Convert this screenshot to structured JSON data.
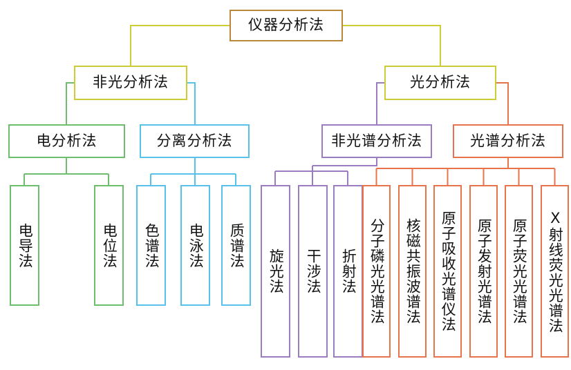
{
  "diagram": {
    "title": "仪器分析法",
    "type": "tree",
    "orientation": "top-down",
    "background": "#ffffff",
    "text_color": "#111111",
    "palette": {
      "root_brown": "#b8873a",
      "olive_yellow": "#cdcc33",
      "green": "#6cbe6c",
      "cyan": "#57c1ea",
      "purple": "#9b7cc0",
      "orange": "#e8724a"
    }
  },
  "nodes": {
    "root": {
      "label": "仪器分析法",
      "color": "#b8873a",
      "level": 1
    },
    "level2": [
      {
        "id": "fei-guang",
        "label": "非光分析法",
        "color": "#cdcc33"
      },
      {
        "id": "guang",
        "label": "光分析法",
        "color": "#cdcc33"
      }
    ],
    "level3": [
      {
        "id": "dian-fenxi",
        "label": "电分析法",
        "color": "#6cbe6c"
      },
      {
        "id": "fenli-fenxi",
        "label": "分离分析法",
        "color": "#57c1ea"
      },
      {
        "id": "fei-guangpu",
        "label": "非光谱分析法",
        "color": "#9b7cc0"
      },
      {
        "id": "guangpu",
        "label": "光谱分析法",
        "color": "#e8724a"
      }
    ],
    "leaves": {
      "dian_fenxi": [
        {
          "label": "电导法",
          "color": "#6cbe6c"
        },
        {
          "label": "电位法",
          "color": "#6cbe6c"
        }
      ],
      "fenli_fenxi": [
        {
          "label": "色谱法",
          "color": "#57c1ea"
        },
        {
          "label": "电泳法",
          "color": "#57c1ea"
        },
        {
          "label": "质谱法",
          "color": "#57c1ea"
        }
      ],
      "fei_guangpu": [
        {
          "label": "旋光法",
          "color": "#9b7cc0"
        },
        {
          "label": "干涉法",
          "color": "#9b7cc0"
        },
        {
          "label": "折射法",
          "color": "#9b7cc0"
        }
      ],
      "guangpu": [
        {
          "label": "分子磷光光谱法",
          "color": "#e8724a"
        },
        {
          "label": "核磁共振波谱法",
          "color": "#e8724a"
        },
        {
          "label": "原子吸收光谱仪法",
          "color": "#e8724a"
        },
        {
          "label": "原子发射光谱法",
          "color": "#e8724a"
        },
        {
          "label": "原子荧光光谱法",
          "color": "#e8724a"
        },
        {
          "label": "X射线荧光光谱法",
          "color": "#e8724a"
        }
      ]
    }
  }
}
